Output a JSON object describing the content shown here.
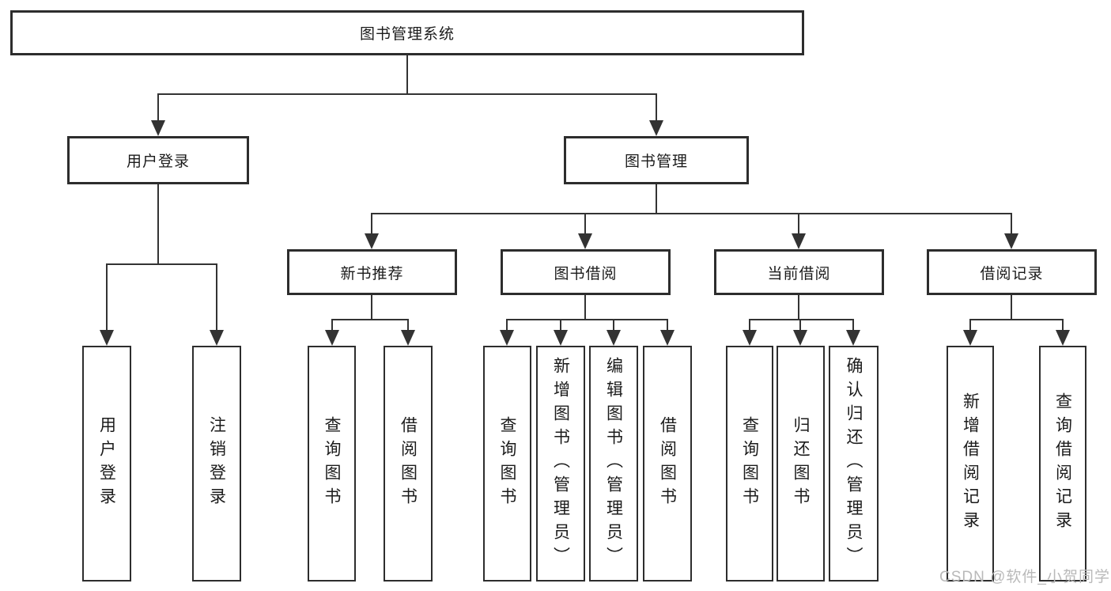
{
  "diagram_type": "hierarchy-tree",
  "colors": {
    "background": "#ffffff",
    "box_border": "#2d2d2d",
    "line": "#333333",
    "text": "#1b1b1b",
    "watermark": "#b9b9b9"
  },
  "watermark": "CSDN @软件_小贺同学",
  "tree": {
    "label": "图书管理系统",
    "children": [
      {
        "label": "用户登录",
        "children": [
          {
            "label": "用户登录"
          },
          {
            "label": "注销登录"
          }
        ]
      },
      {
        "label": "图书管理",
        "children": [
          {
            "label": "新书推荐",
            "children": [
              {
                "label": "查询图书"
              },
              {
                "label": "借阅图书"
              }
            ]
          },
          {
            "label": "图书借阅",
            "children": [
              {
                "label": "查询图书"
              },
              {
                "label": "新增图书（管理员）"
              },
              {
                "label": "编辑图书（管理员）"
              },
              {
                "label": "借阅图书"
              }
            ]
          },
          {
            "label": "当前借阅",
            "children": [
              {
                "label": "查询图书"
              },
              {
                "label": "归还图书"
              },
              {
                "label": "确认归还（管理员）"
              }
            ]
          },
          {
            "label": "借阅记录",
            "children": [
              {
                "label": "新增借阅记录"
              },
              {
                "label": "查询借阅记录"
              }
            ]
          }
        ]
      }
    ]
  }
}
